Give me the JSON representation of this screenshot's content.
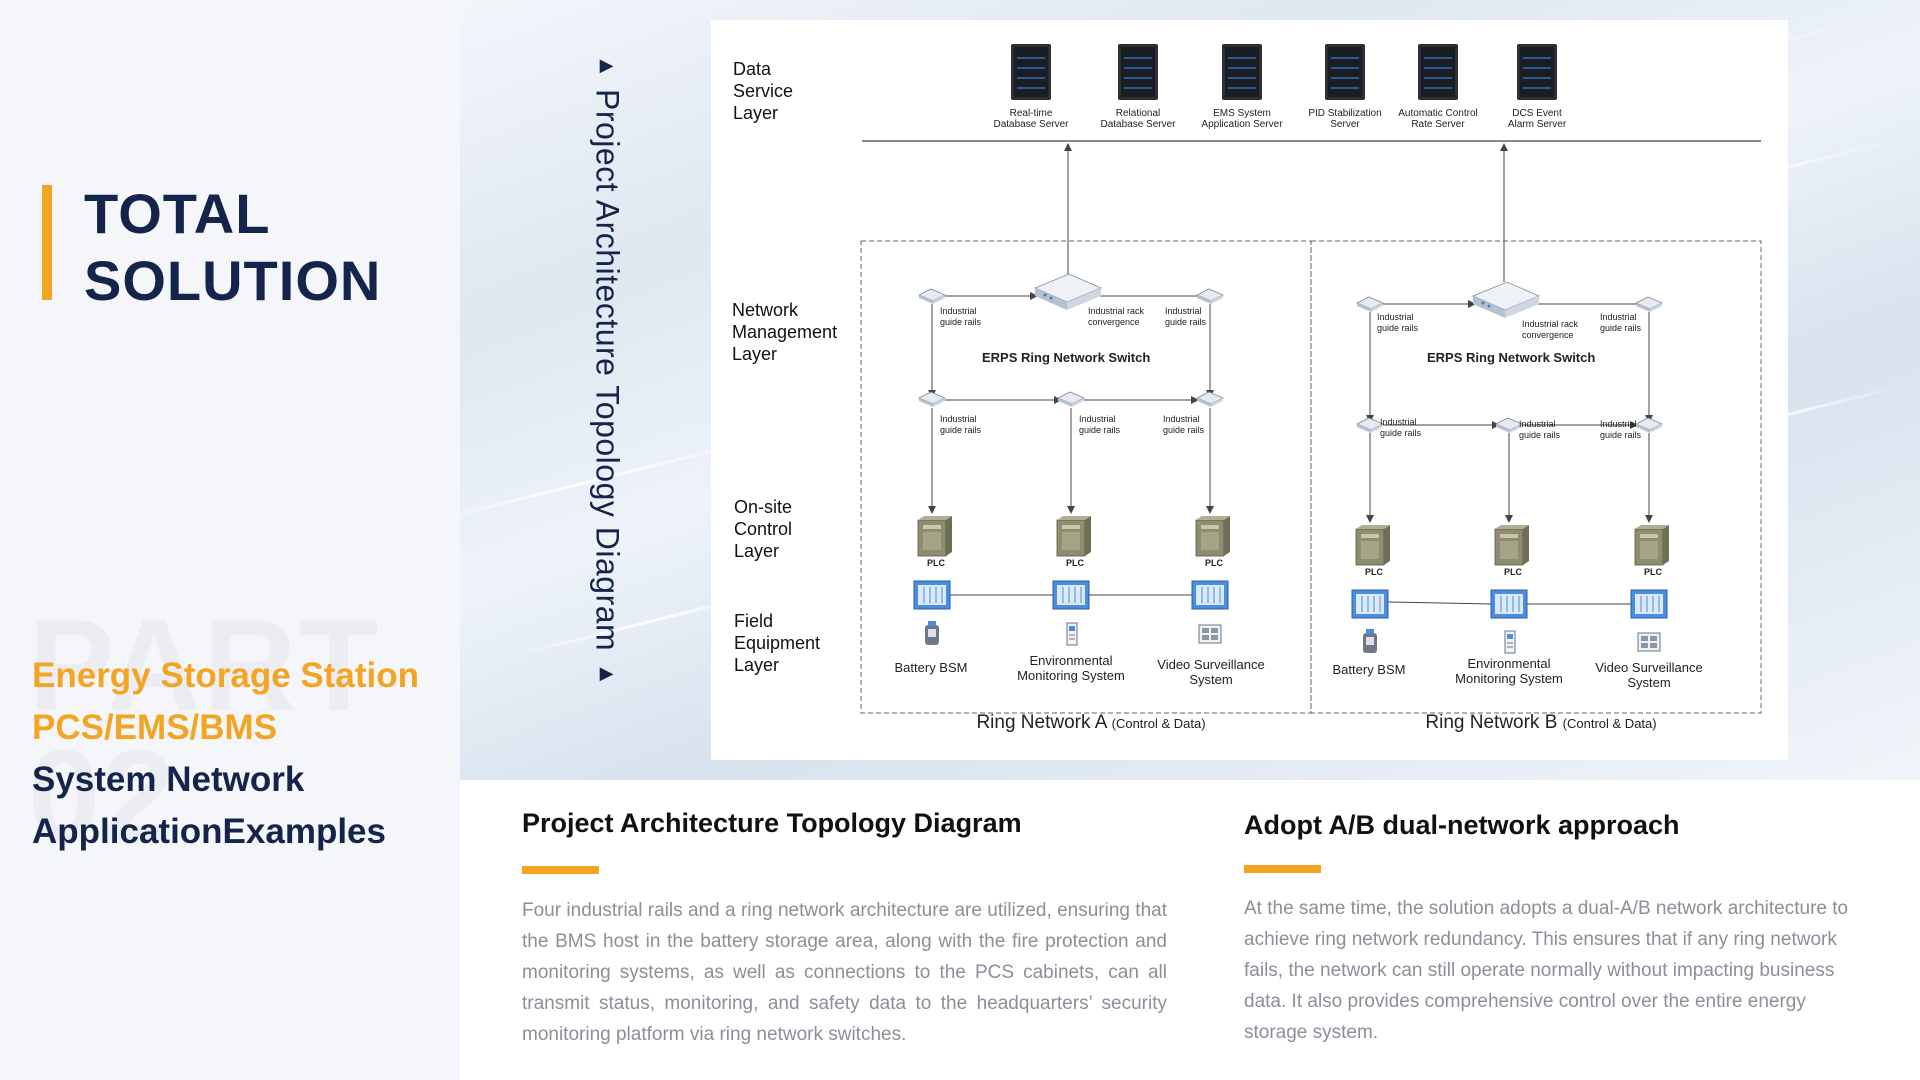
{
  "left": {
    "title_lines": [
      "TOTAL",
      "SOLUTION"
    ],
    "watermark": [
      "PART",
      "02"
    ],
    "subtitle_lines": [
      "Energy Storage Station",
      "PCS/EMS/BMS",
      "System Network",
      "ApplicationExamples"
    ]
  },
  "vertical_heading": "Project Architecture Topology Diagram",
  "diagram": {
    "layers": {
      "data_service": [
        "Data",
        "Service",
        "Layer"
      ],
      "network_mgmt": [
        "Network",
        "Management",
        "Layer"
      ],
      "onsite_control": [
        "On-site",
        "Control",
        "Layer"
      ],
      "field_equipment": [
        "Field",
        "Equipment",
        "Layer"
      ]
    },
    "servers": [
      [
        "Real-time",
        "Database Server"
      ],
      [
        "Relational",
        "Database Server"
      ],
      [
        "EMS System",
        "Application Server"
      ],
      [
        "PID Stabilization",
        "Server"
      ],
      [
        "Automatic Control",
        "Rate Server"
      ],
      [
        "DCS Event",
        "Alarm Server"
      ]
    ],
    "rail_label": [
      "Industrial",
      "guide rails"
    ],
    "convergence_label": [
      "Industrial rack",
      "convergence"
    ],
    "switch_label": "ERPS Ring Network Switch",
    "plc_label": "PLC",
    "devices": [
      [
        "Battery BSM"
      ],
      [
        "Environmental",
        "Monitoring System"
      ],
      [
        "Video Surveillance",
        "System"
      ]
    ],
    "ring_a": {
      "name": "Ring Network A",
      "note": "(Control & Data)"
    },
    "ring_b": {
      "name": "Ring Network B",
      "note": "(Control & Data)"
    }
  },
  "sections": [
    {
      "title": "Project Architecture Topology Diagram",
      "text": "Four industrial rails and a ring network architecture are utilized, ensuring that the BMS host in the battery storage area, along with the fire protection and monitoring systems, as well as connections to the PCS cabinets, can all transmit status, monitoring, and safety data to the headquarters’ security monitoring platform via ring network switches."
    },
    {
      "title": "Adopt A/B dual-network approach",
      "text": "At the same time, the solution adopts a dual-A/B network architecture to achieve ring network redundancy. This ensures that if any ring network fails, the network can still operate normally without impacting business data. It also provides comprehensive control over the entire energy storage system."
    }
  ],
  "colors": {
    "accent": "#f3a423",
    "navy": "#14244a",
    "body_text": "#8a8f98"
  }
}
